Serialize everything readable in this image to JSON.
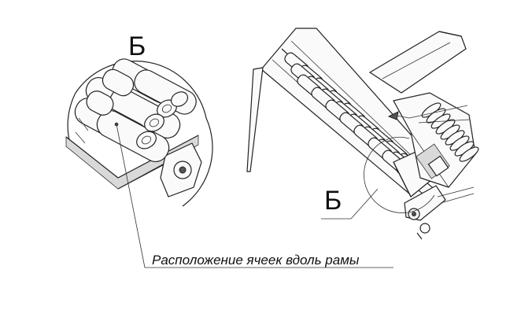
{
  "labels": {
    "detail_marker_left": "Б",
    "detail_marker_right": "Б",
    "caption": "Расположение ячеек вдоль рамы"
  },
  "colors": {
    "ink": "#222222",
    "background": "#ffffff",
    "hatch": "#d9d9d9"
  }
}
